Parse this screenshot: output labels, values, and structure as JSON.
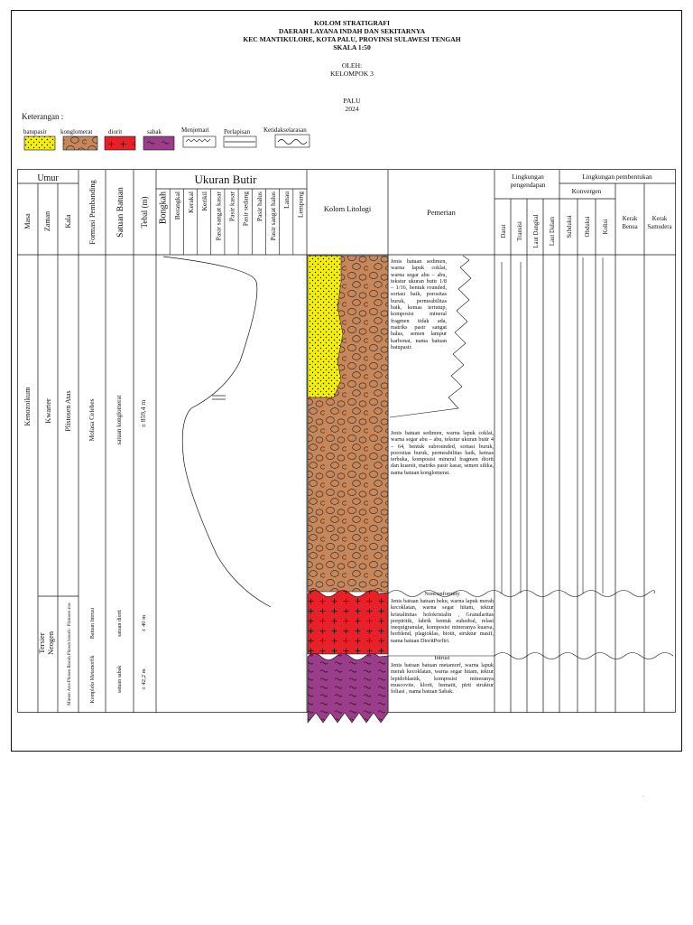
{
  "header": {
    "title_lines": [
      "KOLOM STRATIGRAFI",
      "DAERAH LAYANA INDAH DAN SEKITARNYA",
      "KEC MANTIKULORE, KOTA PALU, PROVINSI SULAWESI TENGAH",
      "SKALA 1:50"
    ],
    "by_label": "OLEH:",
    "by_name": "KELOMPOK 3",
    "place": "PALU",
    "year": "2024"
  },
  "legend": {
    "title": "Keterangan :",
    "items": [
      {
        "label": "batupasir",
        "color": "#f4f000"
      },
      {
        "label": "konglomerat",
        "color": "#c8875a"
      },
      {
        "label": "diorit",
        "color": "#e8202a"
      },
      {
        "label": "sabak",
        "color": "#9c3d8c"
      }
    ],
    "contacts": [
      "Menjemari",
      "Perlapisan",
      "Ketidakselarasan"
    ]
  },
  "columns": {
    "umur": "Umur",
    "masa": "Masa",
    "zaman": "Zaman",
    "kala": "Kala",
    "formasi": "Formasi Pembanding",
    "satuan": "Satuan Batuan",
    "tebal": "Tebal (m)",
    "ukuran_butir": "Ukuran Butir",
    "grain_sizes": [
      "Bongkah",
      "Berangkal",
      "Kerakal",
      "Kerikil",
      "Pasir sangat kasar",
      "Pasir kasar",
      "Pasir sedang",
      "Pasir halus",
      "Pasir sangat halus",
      "Lanau",
      "Lempung"
    ],
    "kolom_litologi": "Kolom Litologi",
    "pemerian": "Pemerian",
    "lingkungan_pengendapan": "Lingkungan pengendapan",
    "pengendapan_sub": [
      "Darat",
      "Transisi",
      "Laut Dangkal",
      "Laut Dalam"
    ],
    "lingkungan_pembentukan": "Lingkungan pembentukan",
    "konvergen": "Konvergen",
    "konvergen_sub": [
      "Subduksi",
      "Obduksi",
      "Kolisi"
    ],
    "kerak_benua": [
      "Kerak",
      "Benua"
    ],
    "kerak_samudera": [
      "Kerak",
      "Samudera"
    ]
  },
  "age": {
    "masa_upper": "Kenozoikum",
    "zaman_upper": "Kwarter",
    "kala_upper": "Plistosen Atas",
    "masa_lower": "Tersier",
    "zaman_lower": "Neogen",
    "kala_lower": "Miosen Atas-Pliosen Bawah  Pliosen bawah - Plistosen atas"
  },
  "units": [
    {
      "formasi": "Molasa Celebes",
      "satuan": "satuan konglomerat",
      "tebal": "± 859,4 m",
      "description": "Jenis batuan sedimen, warna lapuk coklat, warna segar abu – abu, tekstur ukuran butir 1/8 – 1/16, bentuk rounded, sortasi baik, porositas buruk, permeabilitas baik, kemas tertutup, komposisi mineral fragmen tidak ada, matriks pasir sangat halus, semen lampur karbonat, nama batuan batupasir."
    },
    {
      "formasi": "",
      "satuan": "",
      "tebal": "",
      "description": "Jenis batuan sedimen, warna lapuk coklat, warna segar abu – abu, tekstur ukuran butir 4 – 64, bentuk subrounded, sortasi buruk, porositas buruk, permeabilitas baik, kemas terbuka, komposisi mineral fragmen diorit dan kuarsit, matriks pasir kasar, semen silika, nama batuan konglomerat."
    },
    {
      "formasi": "Batuan Intrusi",
      "satuan": "satuan diorit",
      "tebal": "± 40 m",
      "contact_label": "Nonconformity",
      "description": "Jenis batuan batuan beku, warna lapuk merah kecoklatan, warna segar hitam, tektur kristalinitas holokristalin , Granularitas porpiritik, fabrik bentuk euhedral, relasi inequigranular, komposisi mineranya kuarsa, horblend, plagioklas, biotit, struktur masif, nama batuan DioritPorfiri."
    },
    {
      "formasi": "Kompleks Metamorfik",
      "satuan": "satuan sabak",
      "tebal": "± 42,2 m",
      "contact_label": "Intrusi",
      "description": "Jenis batuan batuan metamorf, warna lapuk merah kecoklatan, warna segar hitam, tektur lepidoblastik, komposisi mineranya muscovite, klorit, hematit, pirit struktur foliasi , nama batuan Sabak."
    }
  ],
  "colors": {
    "batupasir": "#f4f000",
    "konglomerat": "#c8875a",
    "diorit": "#e8202a",
    "sabak": "#9c3d8c"
  }
}
